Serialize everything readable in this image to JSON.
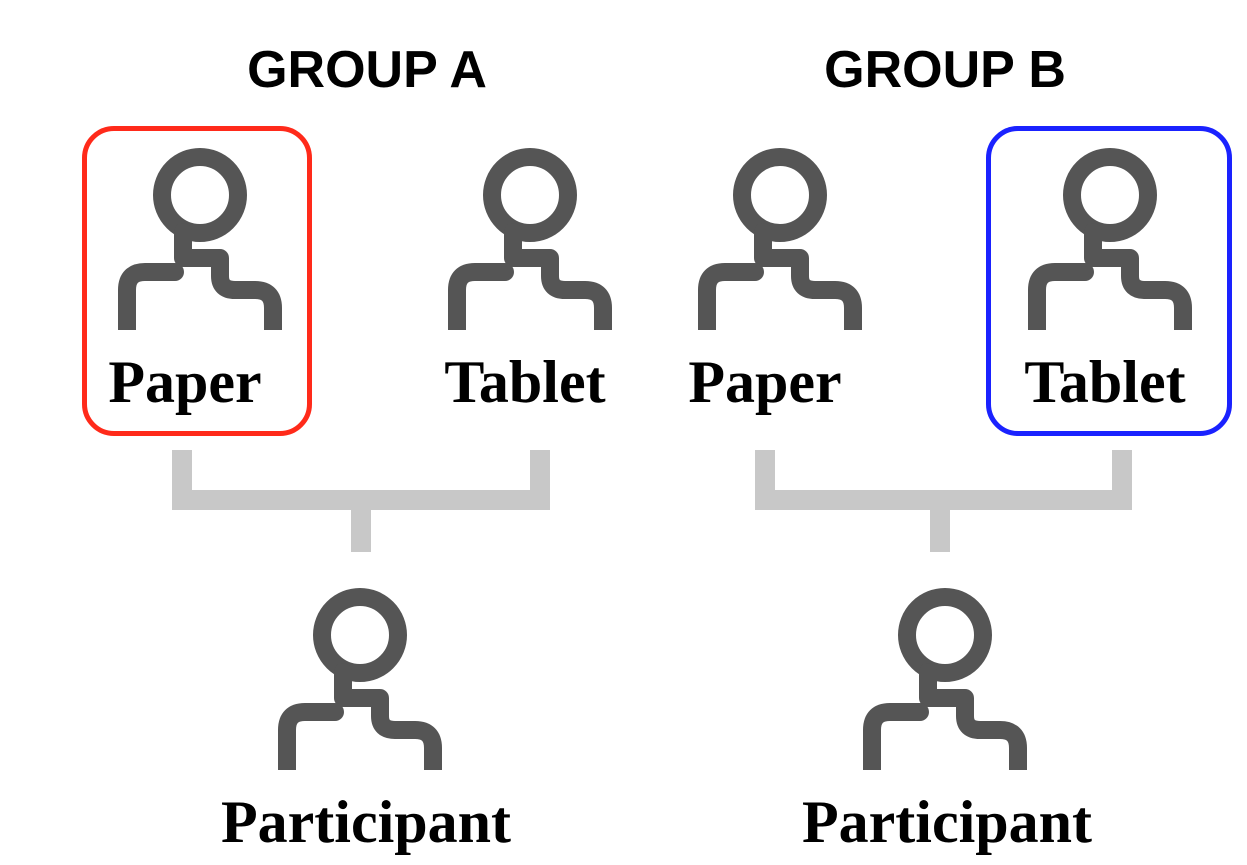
{
  "groups": [
    {
      "heading": "GROUP A",
      "devices": [
        {
          "label": "Paper",
          "highlighted": true,
          "highlight_color": "#ff2a1a"
        },
        {
          "label": "Tablet",
          "highlighted": false
        }
      ],
      "participant_label": "Participant"
    },
    {
      "heading": "GROUP B",
      "devices": [
        {
          "label": "Paper",
          "highlighted": false
        },
        {
          "label": "Tablet",
          "highlighted": true,
          "highlight_color": "#1a22ff"
        }
      ],
      "participant_label": "Participant"
    }
  ],
  "colors": {
    "icon": "#555555",
    "connector": "#c8c8c8"
  },
  "icons": [
    "person-icon"
  ]
}
